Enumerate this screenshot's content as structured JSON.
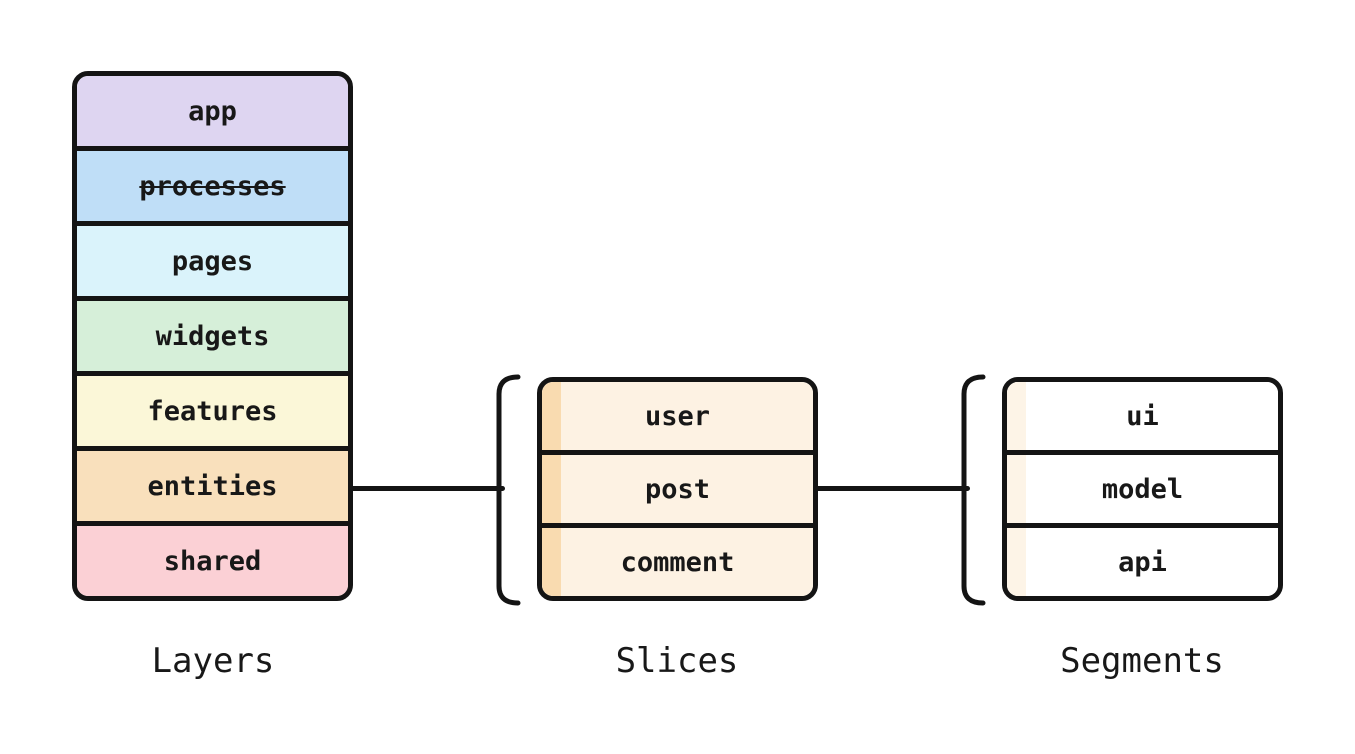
{
  "diagram": {
    "background": "#ffffff",
    "stroke": "#141414",
    "text_color": "#181818",
    "layers": {
      "caption": "Layers",
      "items": [
        {
          "label": "app",
          "fill": "#ded5f1",
          "deprecated": false
        },
        {
          "label": "processes",
          "fill": "#bfdef7",
          "deprecated": true
        },
        {
          "label": "pages",
          "fill": "#daf3fb",
          "deprecated": false
        },
        {
          "label": "widgets",
          "fill": "#d6efd9",
          "deprecated": false
        },
        {
          "label": "features",
          "fill": "#fbf7d8",
          "deprecated": false
        },
        {
          "label": "entities",
          "fill": "#f9e0bc",
          "deprecated": false
        },
        {
          "label": "shared",
          "fill": "#fbd0d5",
          "deprecated": false
        }
      ]
    },
    "slices": {
      "caption": "Slices",
      "fill": "#fdf2e3",
      "stripe": "#f9dbb0",
      "items": [
        {
          "label": "user"
        },
        {
          "label": "post"
        },
        {
          "label": "comment"
        }
      ]
    },
    "segments": {
      "caption": "Segments",
      "fill": "#ffffff",
      "stripe": "#fdf4e7",
      "items": [
        {
          "label": "ui"
        },
        {
          "label": "model"
        },
        {
          "label": "api"
        }
      ]
    },
    "connections": [
      {
        "from": "entities",
        "to": "slices"
      },
      {
        "from": "slices",
        "to": "segments"
      }
    ]
  }
}
